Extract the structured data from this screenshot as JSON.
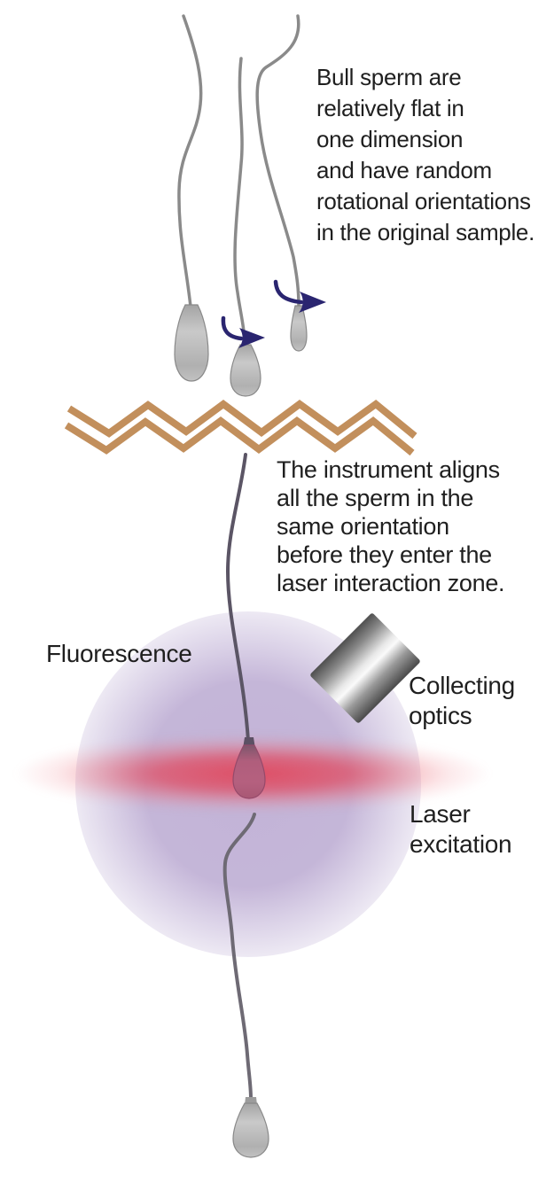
{
  "annotations": {
    "top_caption": "Bull sperm are\nrelatively flat in\none dimension\nand have random\nrotational orientations\nin the original sample.",
    "middle_caption": "The instrument aligns\nall the sperm in the\nsame orientation\nbefore they enter the\nlaser interaction zone.",
    "fluorescence_label": "Fluorescence",
    "collecting_optics_label": "Collecting\noptics",
    "laser_excitation_label": "Laser\nexcitation"
  },
  "colors": {
    "background": "#ffffff",
    "text": "#1f1f1f",
    "zigzag_aligner": "#c28f5c",
    "rotation_arrow": "#2a2570",
    "sperm_tail": "#8a8a8a",
    "aligned_sperm_tail": "#5b5565",
    "exiting_sperm_tail": "#6e6a74",
    "sperm_head_light": "#d8d8d8",
    "sperm_head_dark": "#9a9a9a",
    "excited_head": "#b05e7c",
    "fluorescence_glow": "#a78fc7",
    "laser_beam": "#e5374b",
    "optics_metal_dark": "#4f4f4f",
    "optics_metal_bright": "#fafafa"
  }
}
